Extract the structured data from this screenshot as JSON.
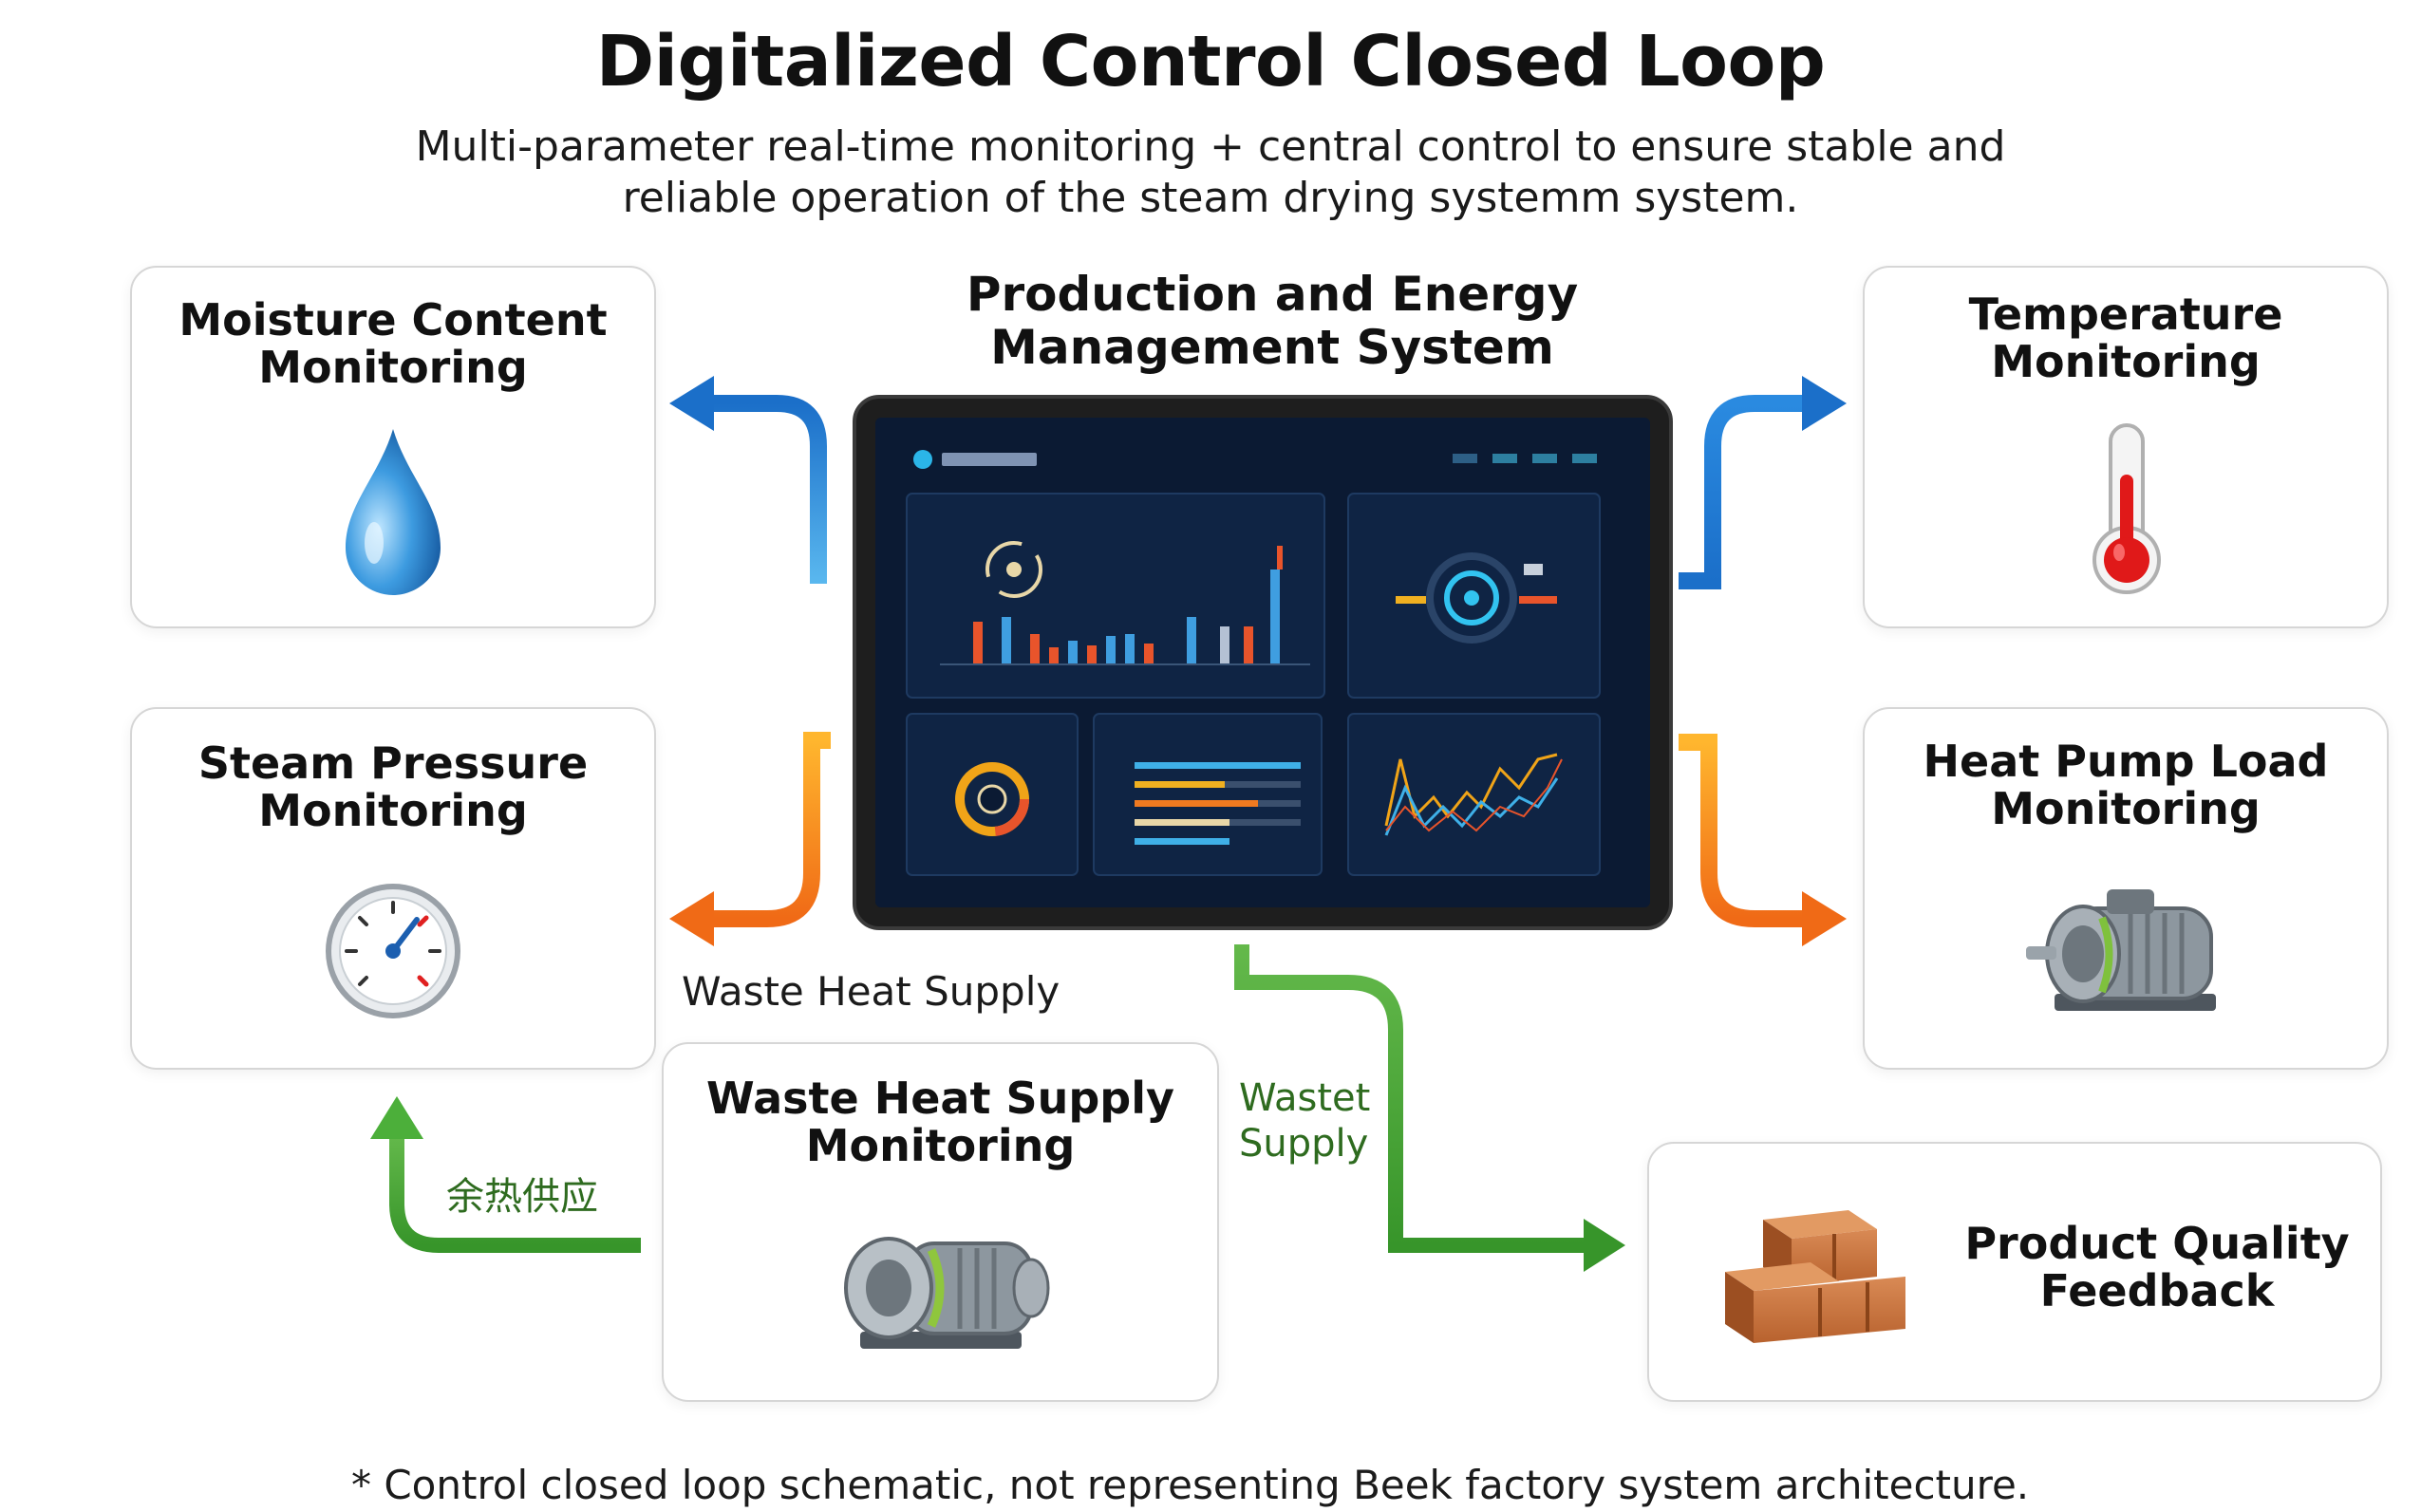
{
  "title": "Digitalized Control Closed Loop",
  "subtitle": {
    "line1": "Multi-parameter real-time monitoring + central control to ensure stable and",
    "line2": "reliable operation of the steam drying systemm system."
  },
  "center": {
    "label_line1": "Production and Energy",
    "label_line2": "Management System"
  },
  "cards": {
    "moisture": {
      "line1": "Moisture Content",
      "line2": "Monitoring",
      "icon": "water-drop-icon"
    },
    "temperature": {
      "line1": "Temperature",
      "line2": "Monitoring",
      "icon": "thermometer-icon"
    },
    "steam_pressure": {
      "line1": "Steam Pressure",
      "line2": "Monitoring",
      "icon": "pressure-gauge-icon"
    },
    "heat_pump": {
      "line1": "Heat Pump Load",
      "line2": "Monitoring",
      "icon": "heat-pump-motor-icon"
    },
    "waste_heat": {
      "line1": "Waste Heat Supply",
      "line2": "Monitoring",
      "icon": "pump-motor-icon"
    },
    "product_quality": {
      "line1": "Product Quality",
      "line2": "Feedback",
      "icon": "bricks-icon"
    }
  },
  "flow_labels": {
    "waste_heat_supply": "Waste Heat Supply",
    "wastet_line1": "Wastet",
    "wastet_line2": "Supply",
    "chinese": "余热供应"
  },
  "footnote": "* Control closed loop schematic, not representing Beek factory system architecture.",
  "colors": {
    "blue_arrow": "#1f7fd6",
    "orange_arrow": "#f59a12",
    "green_arrow": "#4caf3a",
    "screen_bg": "#0b1a33"
  }
}
